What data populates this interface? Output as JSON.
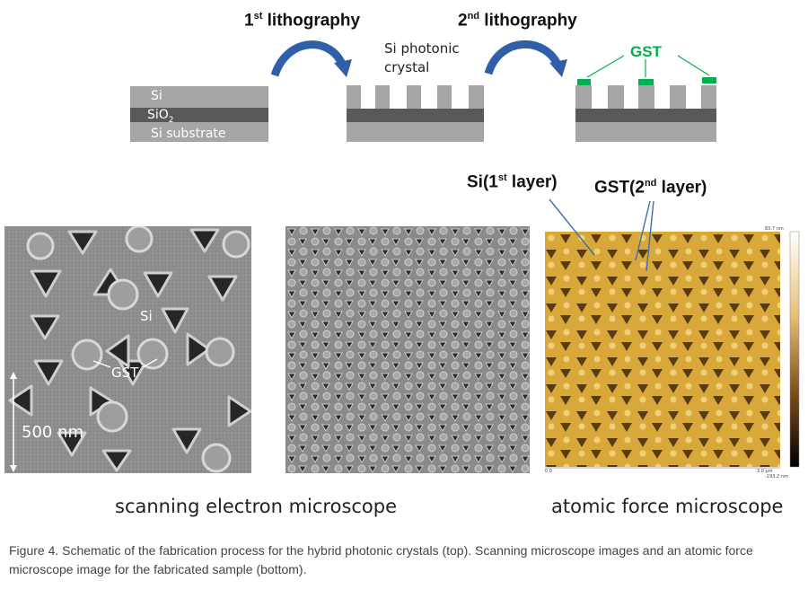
{
  "schematic": {
    "step1_title_main": "1",
    "step1_title_sup": "st",
    "step1_title_rest": " lithography",
    "step2_title_main": "2",
    "step2_title_sup": "nd",
    "step2_title_rest": " lithography",
    "layer_si": "Si",
    "layer_sio2_main": "SiO",
    "layer_sio2_sub": "2",
    "layer_substrate": "Si substrate",
    "photonic_crystal_label": "Si photonic crystal",
    "gst_label": "GST",
    "colors": {
      "si": "#a6a6a6",
      "sio2": "#595959",
      "gst": "#00b050",
      "arrow": "#2e5fa8"
    }
  },
  "sem_zoom": {
    "si_label": "Si",
    "gst_label": "GST",
    "scale_label": "500 nm"
  },
  "afm": {
    "si_layer_label_main": "Si(1",
    "si_layer_label_sup": "st",
    "si_layer_label_rest": " layer)",
    "gst_layer_label_main": "GST(2",
    "gst_layer_label_sup": "nd",
    "gst_layer_label_rest": " layer)",
    "scale_top": "83.7 nm",
    "scale_bottom": "-193.2 nm",
    "x_tick_start": "0.0",
    "x_tick_end": "3.0 µm"
  },
  "captions": {
    "sem": "scanning electron microscope",
    "afm": "atomic force microscope",
    "figure": "Figure 4. Schematic of the fabrication process for the hybrid photonic crystals (top). Scanning microscope images and an atomic force microscope image for the fabricated sample (bottom)."
  }
}
